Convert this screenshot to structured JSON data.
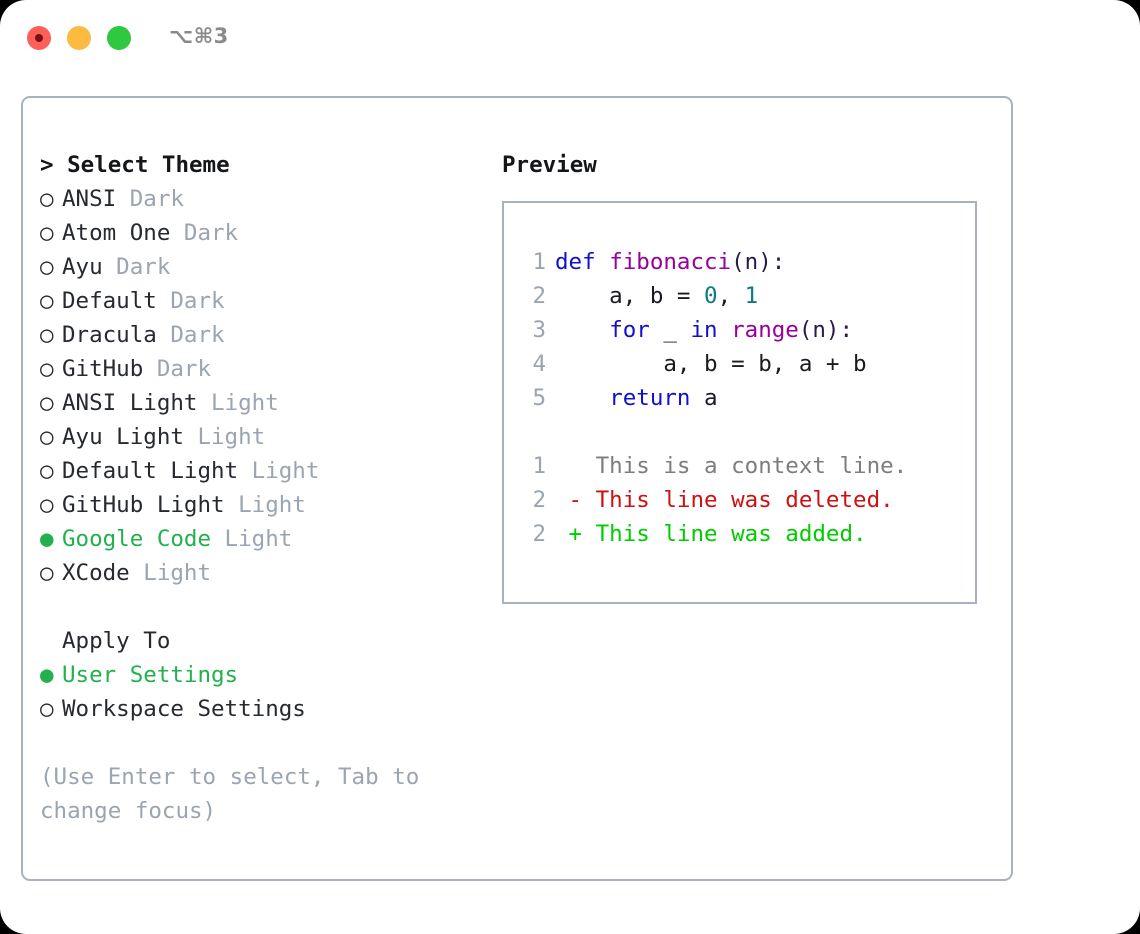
{
  "window": {
    "titlebar": {
      "shortcut_label": "⌥⌘3",
      "traffic_lights": [
        {
          "name": "close",
          "color": "#fc6058"
        },
        {
          "name": "minimize",
          "color": "#fcbb40"
        },
        {
          "name": "maximize",
          "color": "#2fc840"
        }
      ]
    }
  },
  "theme_list": {
    "header": "> Select Theme",
    "bullet_selected": "●",
    "bullet_unselected": "○",
    "items": [
      {
        "name": "ANSI",
        "category": "Dark",
        "selected": false
      },
      {
        "name": "Atom One",
        "category": "Dark",
        "selected": false
      },
      {
        "name": "Ayu",
        "category": "Dark",
        "selected": false
      },
      {
        "name": "Default",
        "category": "Dark",
        "selected": false
      },
      {
        "name": "Dracula",
        "category": "Dark",
        "selected": false
      },
      {
        "name": "GitHub",
        "category": "Dark",
        "selected": false
      },
      {
        "name": "ANSI Light",
        "category": "Light",
        "selected": false
      },
      {
        "name": "Ayu Light",
        "category": "Light",
        "selected": false
      },
      {
        "name": "Default Light",
        "category": "Light",
        "selected": false
      },
      {
        "name": "GitHub Light",
        "category": "Light",
        "selected": false
      },
      {
        "name": "Google Code",
        "category": "Light",
        "selected": true
      },
      {
        "name": "XCode",
        "category": "Light",
        "selected": false
      }
    ]
  },
  "apply_to": {
    "header": "Apply To",
    "options": [
      {
        "name": "User Settings",
        "selected": true
      },
      {
        "name": "Workspace Settings",
        "selected": false
      }
    ]
  },
  "hint": "(Use Enter to select, Tab to change focus)",
  "preview": {
    "title": "Preview",
    "code_lines": [
      {
        "no": "1",
        "tokens": [
          {
            "t": "def",
            "c": "kw"
          },
          {
            "t": " ",
            "c": "plain"
          },
          {
            "t": "fibonacci",
            "c": "fn"
          },
          {
            "t": "(n):",
            "c": "punc"
          }
        ]
      },
      {
        "no": "2",
        "tokens": [
          {
            "t": "    a, b = ",
            "c": "plain"
          },
          {
            "t": "0",
            "c": "num"
          },
          {
            "t": ", ",
            "c": "plain"
          },
          {
            "t": "1",
            "c": "num"
          }
        ]
      },
      {
        "no": "3",
        "tokens": [
          {
            "t": "    ",
            "c": "plain"
          },
          {
            "t": "for",
            "c": "kw"
          },
          {
            "t": " _ ",
            "c": "plain"
          },
          {
            "t": "in",
            "c": "kw"
          },
          {
            "t": " ",
            "c": "plain"
          },
          {
            "t": "range",
            "c": "fn"
          },
          {
            "t": "(n):",
            "c": "punc"
          }
        ]
      },
      {
        "no": "4",
        "tokens": [
          {
            "t": "        a, b = b, a + b",
            "c": "plain"
          }
        ]
      },
      {
        "no": "5",
        "tokens": [
          {
            "t": "    ",
            "c": "plain"
          },
          {
            "t": "return",
            "c": "kw"
          },
          {
            "t": " a",
            "c": "plain"
          }
        ]
      }
    ],
    "diff_lines": [
      {
        "no": "1",
        "marker": " ",
        "text": " This is a context line.",
        "kind": "d-ctx"
      },
      {
        "no": "2",
        "marker": "-",
        "text": " This line was deleted.",
        "kind": "d-del"
      },
      {
        "no": "2",
        "marker": "+",
        "text": " This line was added.",
        "kind": "d-add"
      }
    ]
  },
  "colors": {
    "accent_green": "#22b14c",
    "muted_gray": "#9aa5b1",
    "border": "#a8b2bf",
    "keyword_blue": "#1111cc",
    "function_magenta": "#990099",
    "number_teal": "#0b7b7b",
    "diff_added": "#00cc00",
    "diff_deleted": "#cc1111"
  }
}
